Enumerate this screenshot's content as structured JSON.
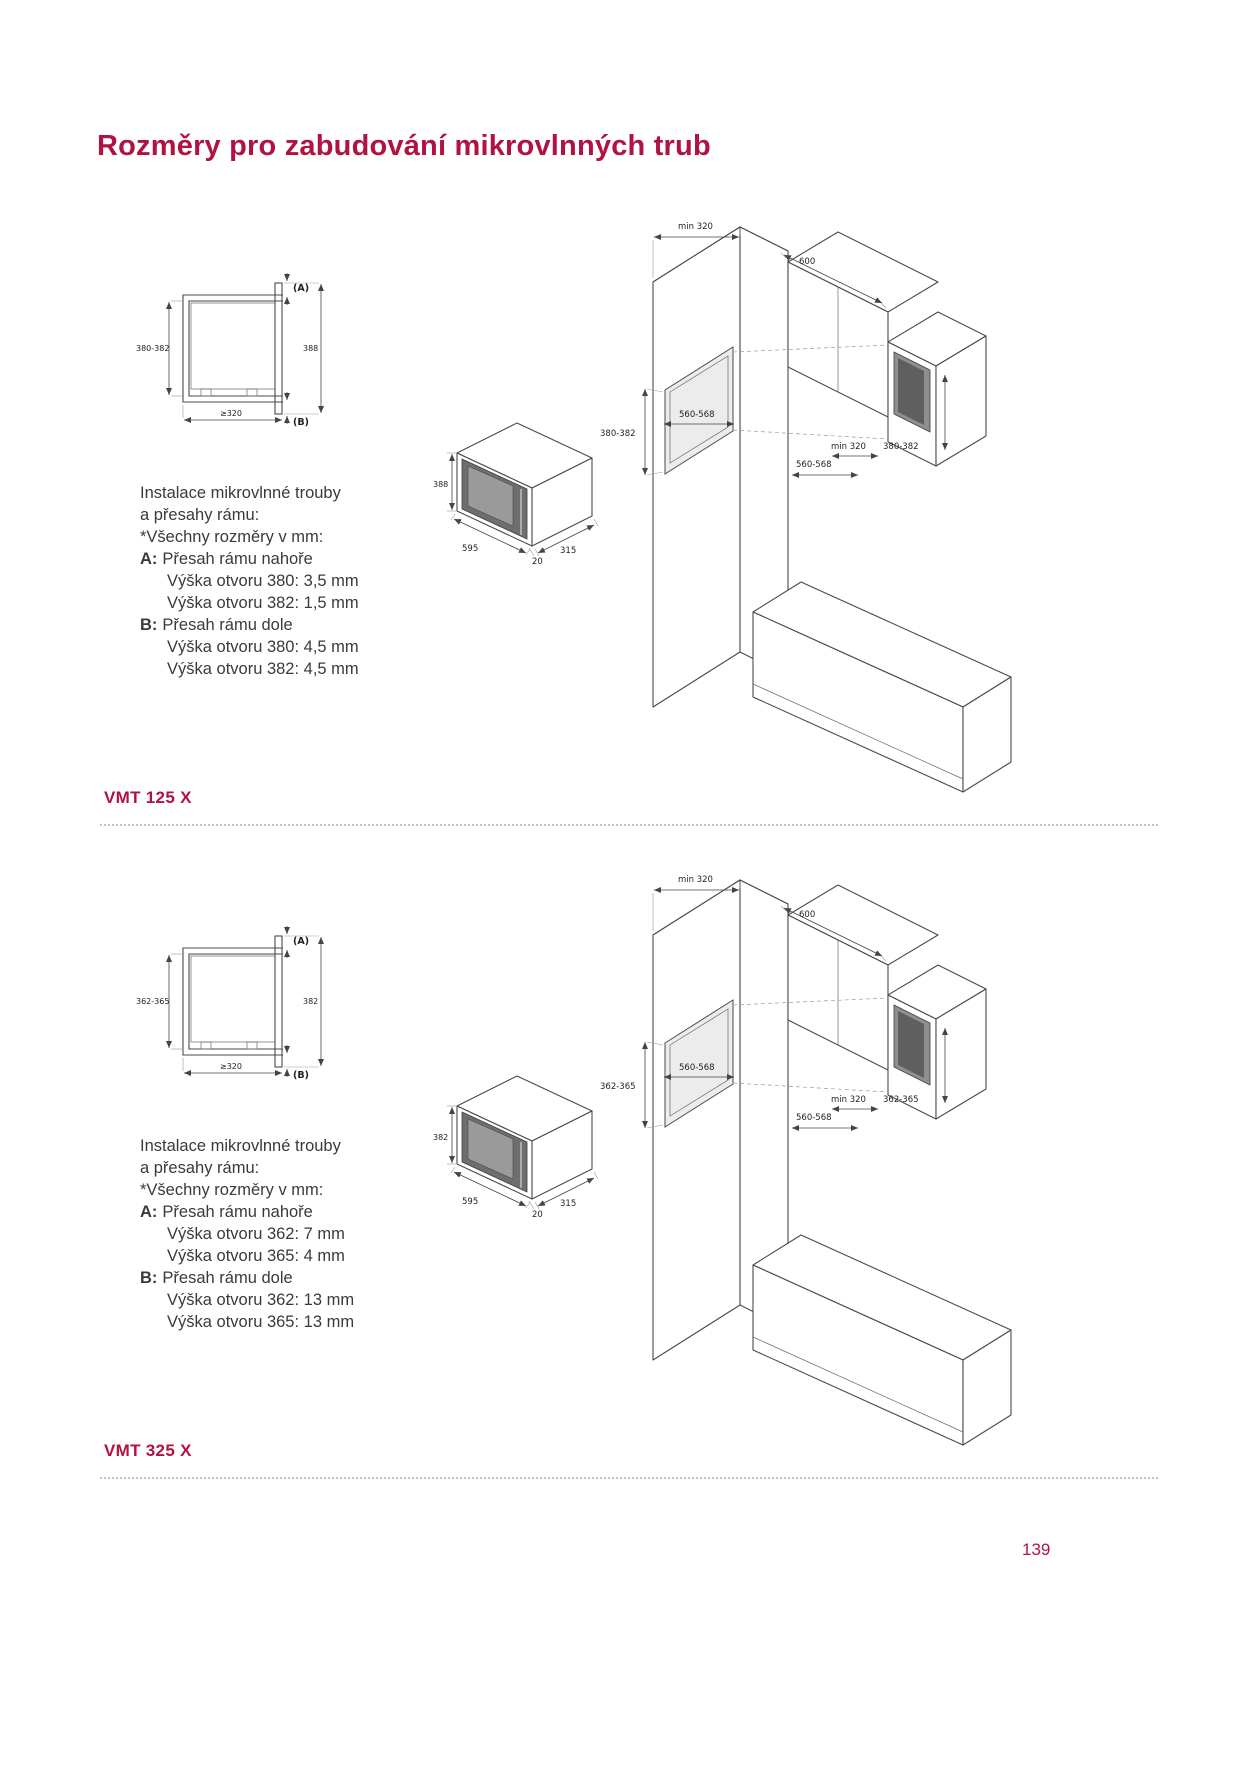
{
  "page": {
    "title": "Rozměry pro zabudování mikrovlnných trub",
    "page_number": "139"
  },
  "colors": {
    "accent": "#b01342"
  },
  "sections": [
    {
      "model": "VMT 125 X",
      "side_view": {
        "height_opening": "380-382",
        "height_front": "388",
        "depth_min": "≥320",
        "label_a": "(A)",
        "label_b": "(B)"
      },
      "oven_iso": {
        "height": "388",
        "width": "595",
        "depth": "315",
        "frame": "20"
      },
      "cabinet_iso": {
        "depth_min_top": "min 320",
        "width_cabinet": "600",
        "niche_width_tall": "560-568",
        "niche_height_left": "380-382",
        "depth_min_right": "min 320",
        "niche_height_right": "380-382",
        "niche_width_wall": "560-568"
      },
      "instructions": {
        "intro1": "Instalace mikrovlnné trouby",
        "intro2": "a přesahy rámu:",
        "note": "*Všechny rozměry v mm:",
        "a_label": "A:",
        "a_title": "Přesah rámu nahoře",
        "a_line1": "Výška otvoru 380: 3,5 mm",
        "a_line2": "Výška otvoru 382: 1,5 mm",
        "b_label": "B:",
        "b_title": "Přesah rámu dole",
        "b_line1": "Výška otvoru 380: 4,5 mm",
        "b_line2": "Výška otvoru 382: 4,5 mm"
      }
    },
    {
      "model": "VMT 325 X",
      "side_view": {
        "height_opening": "362-365",
        "height_front": "382",
        "depth_min": "≥320",
        "label_a": "(A)",
        "label_b": "(B)"
      },
      "oven_iso": {
        "height": "382",
        "width": "595",
        "depth": "315",
        "frame": "20"
      },
      "cabinet_iso": {
        "depth_min_top": "min 320",
        "width_cabinet": "600",
        "niche_width_tall": "560-568",
        "niche_height_left": "362-365",
        "depth_min_right": "min 320",
        "niche_height_right": "362-365",
        "niche_width_wall": "560-568"
      },
      "instructions": {
        "intro1": "Instalace mikrovlnné trouby",
        "intro2": "a přesahy rámu:",
        "note": "*Všechny rozměry v mm:",
        "a_label": "A:",
        "a_title": "Přesah rámu nahoře",
        "a_line1": "Výška otvoru 362: 7 mm",
        "a_line2": "Výška otvoru 365: 4 mm",
        "b_label": "B:",
        "b_title": "Přesah rámu dole",
        "b_line1": "Výška otvoru 362: 13 mm",
        "b_line2": "Výška otvoru 365: 13 mm"
      }
    }
  ]
}
